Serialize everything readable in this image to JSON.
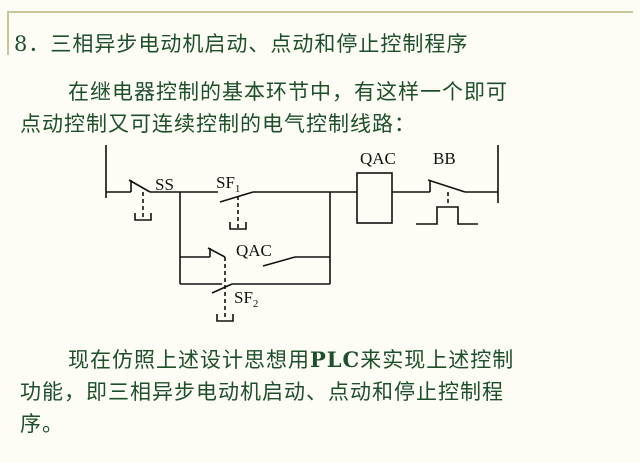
{
  "title": "8．三相异步电动机启动、点动和停止控制程序",
  "intro": {
    "line1": "在继电器控制的基本环节中，有这样一个即可",
    "line2": "点动控制又可连续控制的电气控制线路："
  },
  "diagram": {
    "ss": "SS",
    "sf1": "SF",
    "sf1_sub": "1",
    "qac_coil": "QAC",
    "bb": "BB",
    "qac_contact": "QAC",
    "sf2": "SF",
    "sf2_sub": "2"
  },
  "outro": {
    "line1_pre": "现在仿照上述设计思想用",
    "plc": "PLC",
    "line1_post": "来实现上述控制",
    "line2": "功能，即三相异步电动机启动、点动和停止控制程",
    "line3": "序。"
  }
}
